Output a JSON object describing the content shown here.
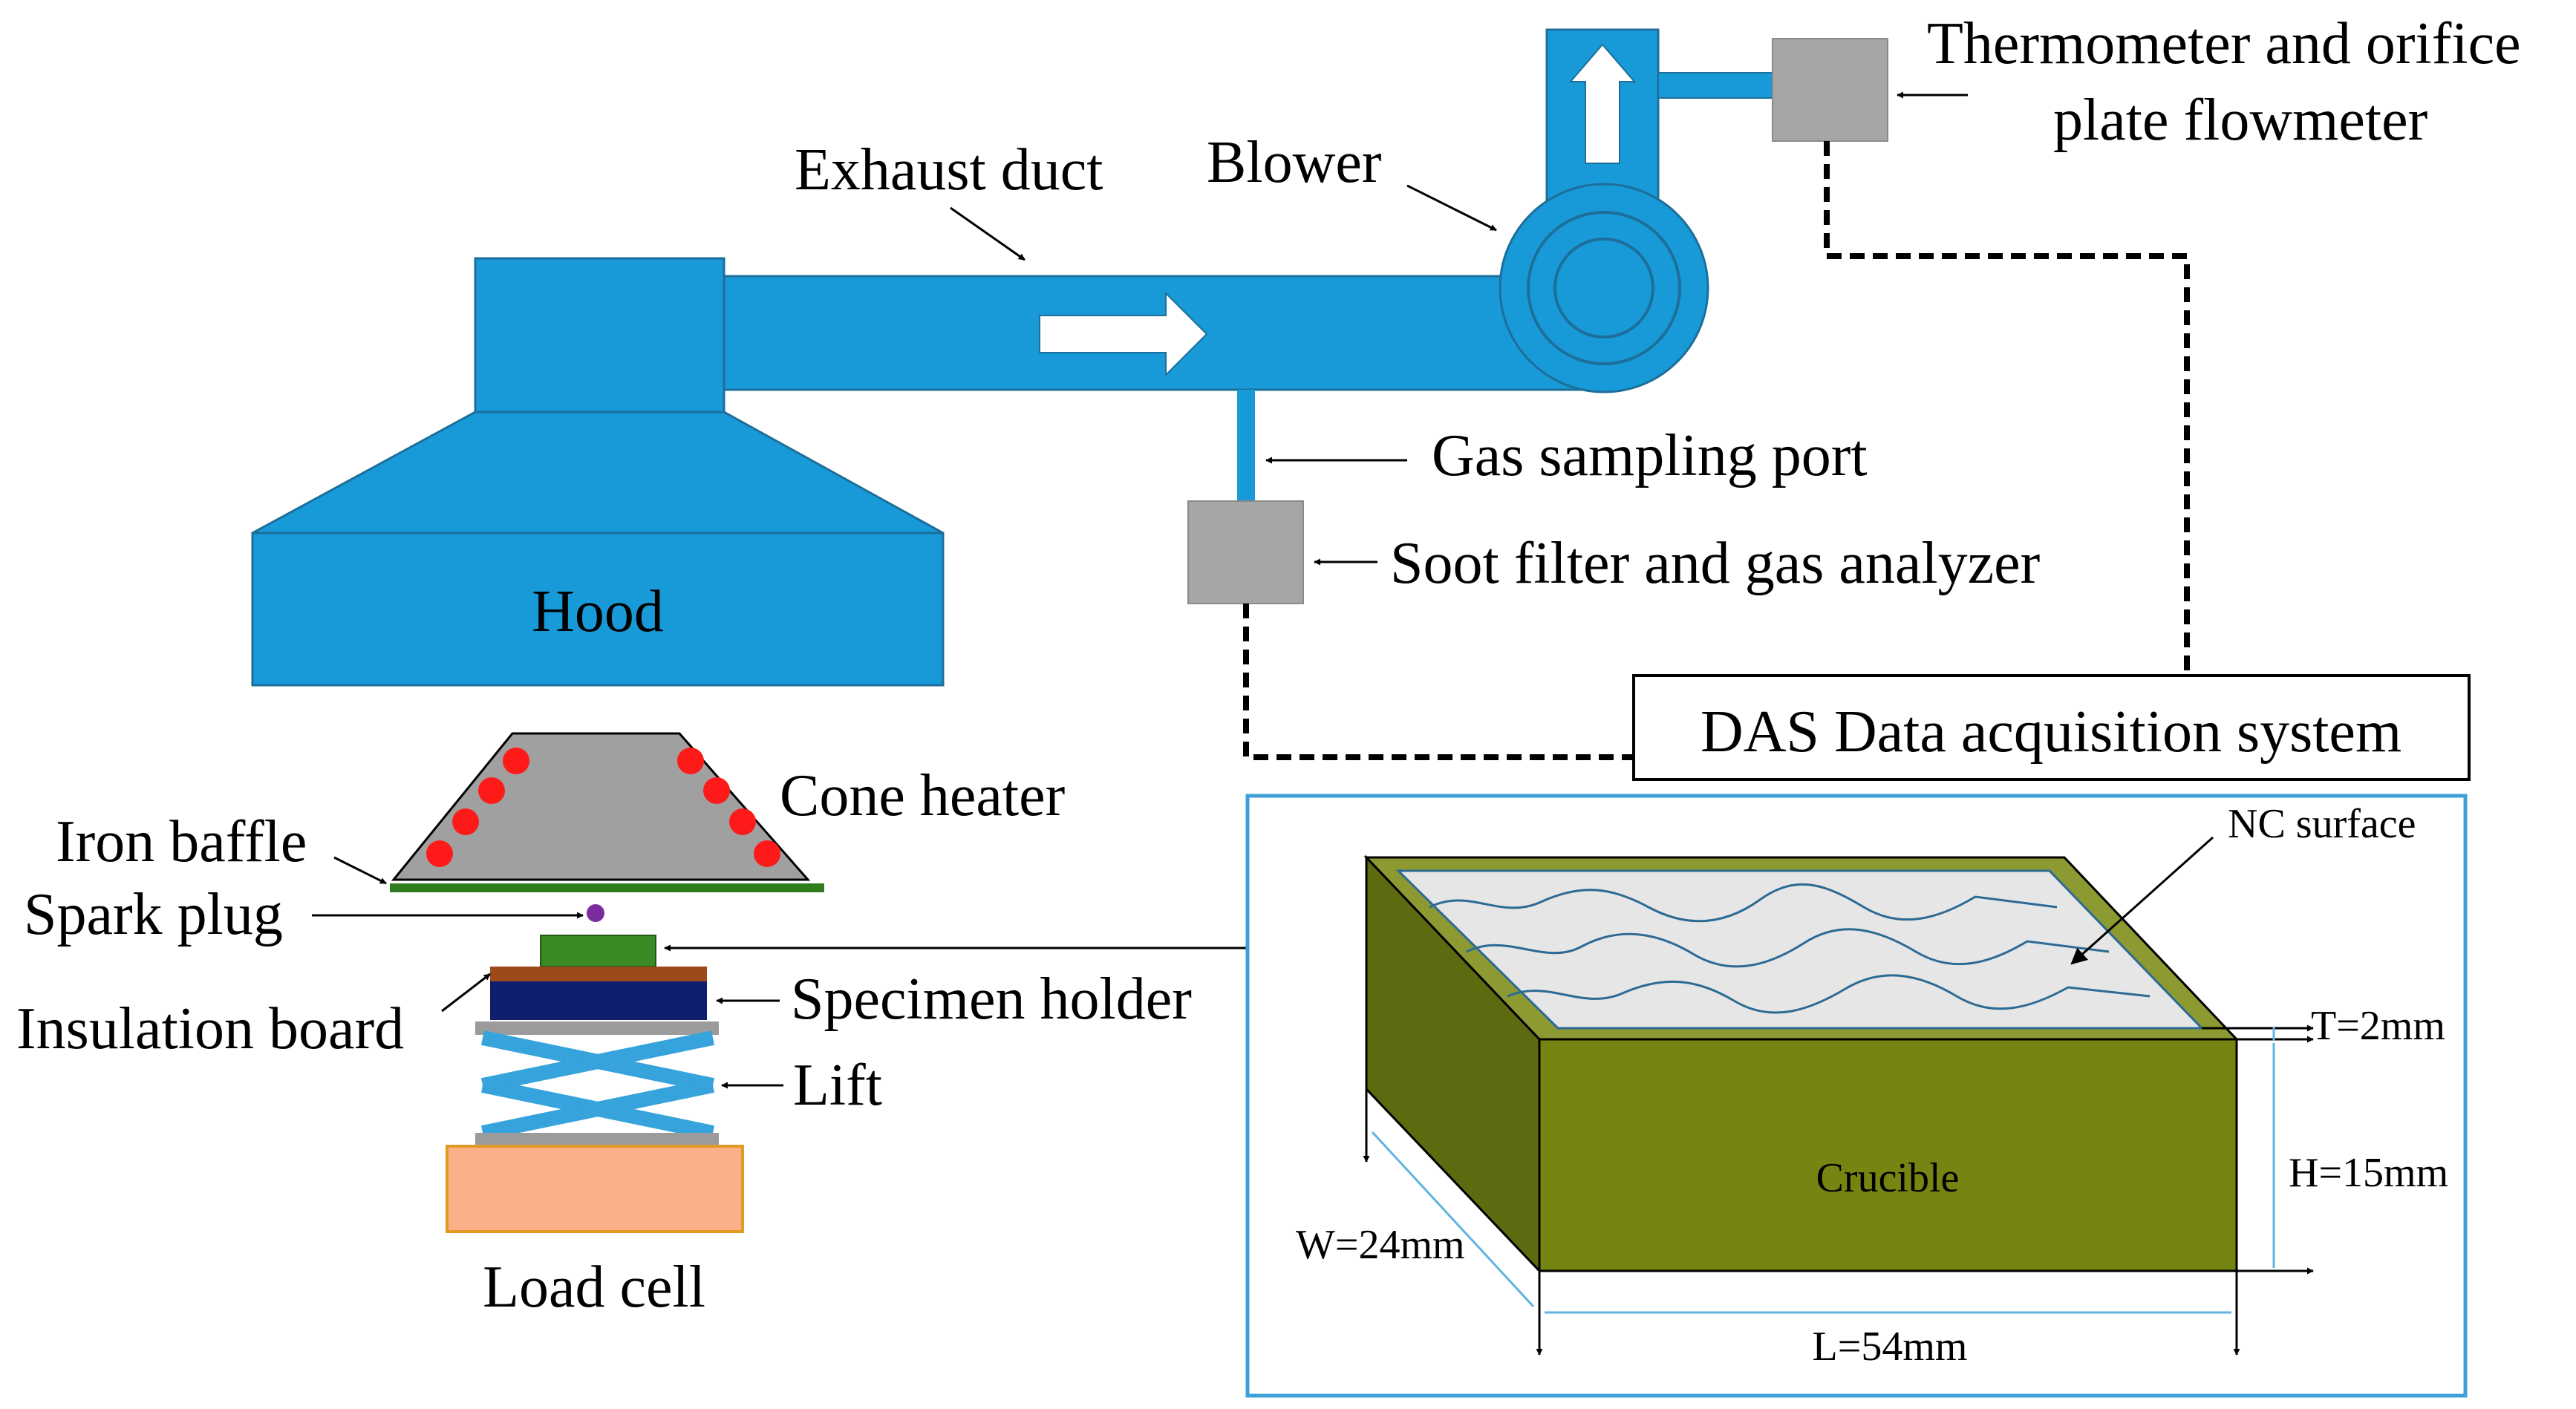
{
  "labels": {
    "hood": "Hood",
    "exhaust_duct": "Exhaust duct",
    "blower": "Blower",
    "thermometer_line1": "Thermometer and orifice",
    "thermometer_line2": "plate flowmeter",
    "gas_sampling_port": "Gas sampling port",
    "soot_filter": "Soot filter and gas analyzer",
    "das": "DAS Data acquisition system",
    "cone_heater": "Cone heater",
    "iron_baffle": "Iron baffle",
    "spark_plug": "Spark plug",
    "insulation_board": "Insulation board",
    "specimen_holder": "Specimen holder",
    "lift": "Lift",
    "load_cell": "Load cell",
    "nc_surface": "NC surface",
    "crucible": "Crucible",
    "thickness": "T=2mm",
    "height": "H=15mm",
    "width": "W=24mm",
    "length": "L=54mm"
  },
  "colors": {
    "duct_blue": "#199ad8",
    "duct_stroke": "#1c6f9a",
    "instrument_gray": "#a6a6a6",
    "heater_gray": "#a0a0a0",
    "heater_dot": "#ff1a1a",
    "baffle_green": "#2e7d1e",
    "spark_purple": "#7b2c9c",
    "specimen_green": "#3a8a23",
    "insulation_brown": "#9c4a1a",
    "holder_navy": "#0f1f6e",
    "lift_blue": "#36a3dc",
    "lift_plate": "#9b9b9b",
    "load_cell_fill": "#fbb08a",
    "load_cell_stroke": "#e39a24",
    "crucible_front": "#768512",
    "crucible_side": "#5d6a10",
    "crucible_rim": "#8d9a32",
    "nc_surface_fill": "#e6e6e6",
    "wave_blue": "#2d6a94",
    "inset_border": "#3ea0d8",
    "dimension_blue": "#5fb5e0"
  }
}
